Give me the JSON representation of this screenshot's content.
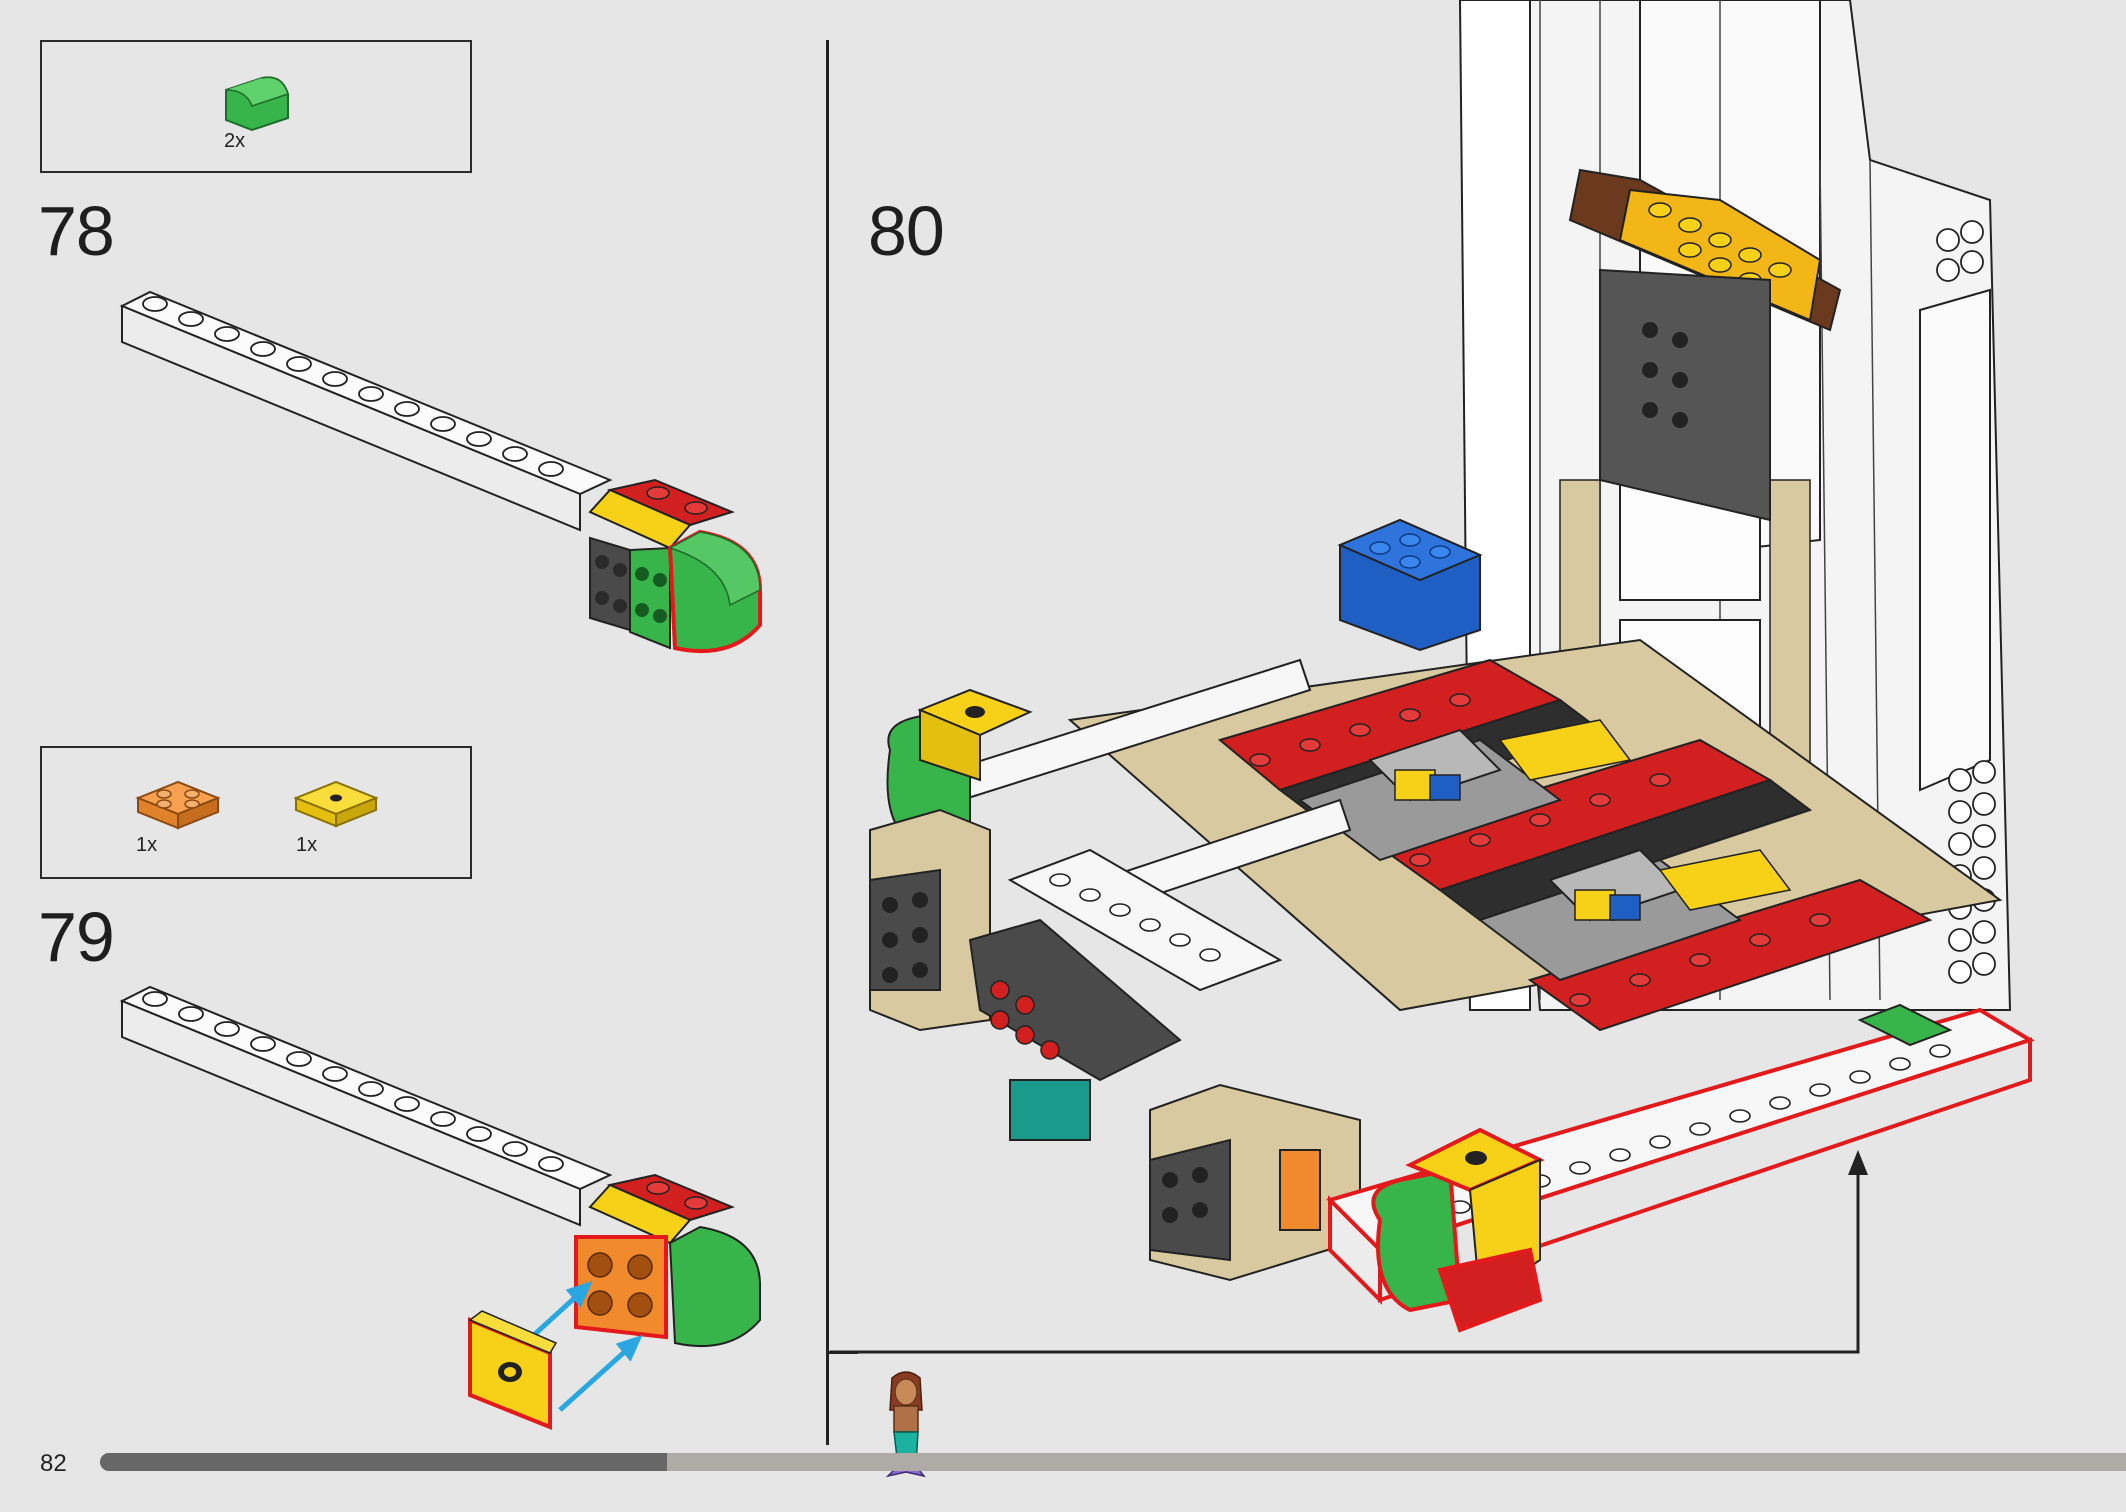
{
  "page": {
    "number": "82",
    "progress": 0.28
  },
  "steps": [
    {
      "number": "78",
      "parts": [
        {
          "qty": "2x",
          "color": "#37b54a",
          "shape": "curved-slope-icon"
        }
      ]
    },
    {
      "number": "79",
      "parts": [
        {
          "qty": "1x",
          "color": "#f08a2c",
          "shape": "plate-2x2-icon"
        },
        {
          "qty": "1x",
          "color": "#f7d117",
          "shape": "tile-with-stud-icon"
        }
      ]
    },
    {
      "number": "80",
      "parts": []
    }
  ],
  "colors": {
    "red": "#d21f1f",
    "yellow": "#f7d117",
    "green": "#37b54a",
    "orange": "#f08a2c",
    "blue": "#1f5fc4",
    "tan": "#d9c9a0",
    "dark-gray": "#4a4a4a",
    "light-gray": "#9a9a9a",
    "white": "#f7f7f7",
    "highlight": "#e3191b",
    "arrow": "#2aa7e0"
  }
}
